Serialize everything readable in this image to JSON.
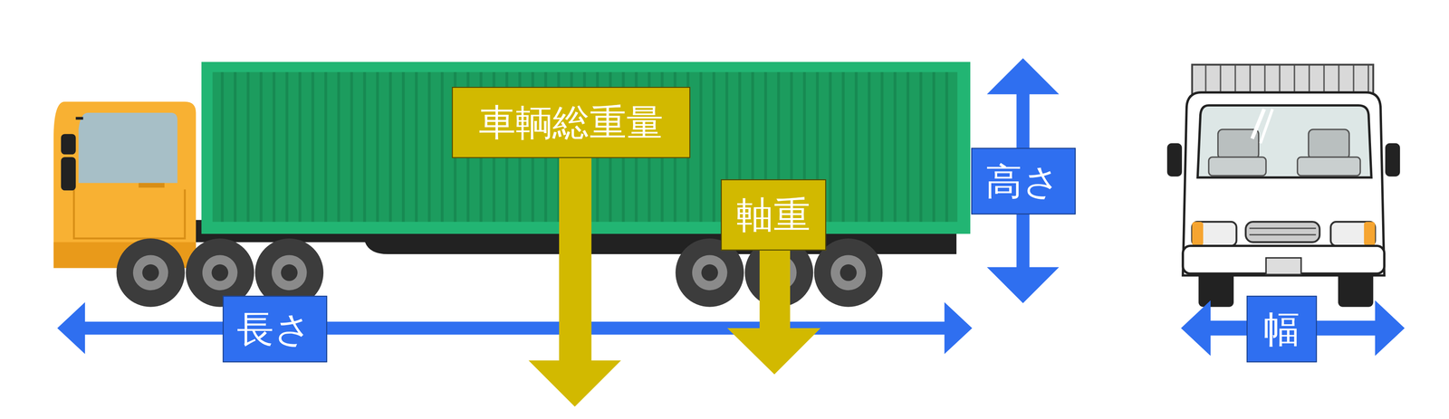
{
  "diagram": {
    "nodes": [
      {
        "text": [
          "車輌総重量"
        ]
      },
      {
        "text": [
          "高さ"
        ]
      },
      {
        "text": [
          "軸重"
        ]
      },
      {
        "text": [
          "長さ"
        ]
      },
      {
        "text": [
          "幅"
        ]
      }
    ]
  }
}
